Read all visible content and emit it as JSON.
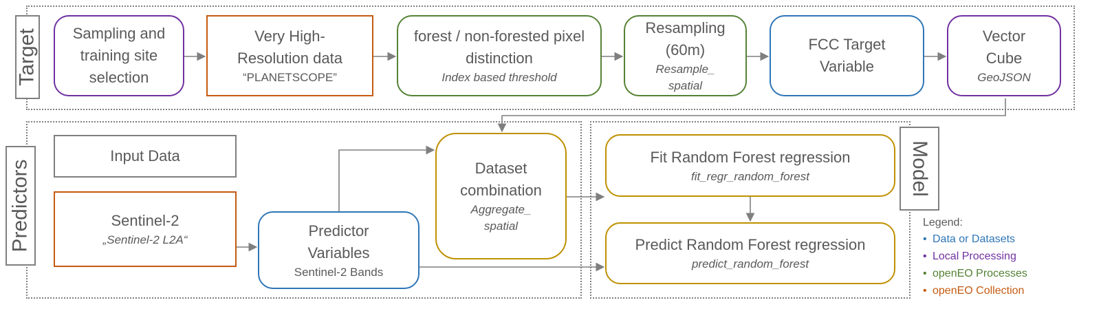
{
  "sections": {
    "target": "Target",
    "predictors": "Predictors",
    "model": "Model"
  },
  "target_row": [
    {
      "main": "Sampling and training site selection",
      "sub": ""
    },
    {
      "main": "Very High-Resolution data",
      "sub": "“PLANETSCOPE”"
    },
    {
      "main": "forest / non-forested pixel distinction",
      "sub": "Index based threshold"
    },
    {
      "main": "Resampling (60m)",
      "sub": "Resample_ spatial"
    },
    {
      "main": "FCC Target Variable",
      "sub": ""
    },
    {
      "main": "Vector Cube",
      "sub": "GeoJSON"
    }
  ],
  "predictors": {
    "input_data": "Input Data",
    "sentinel2": {
      "main": "Sentinel-2",
      "sub": "„Sentinel-2 L2A“"
    },
    "predictor_vars": {
      "main": "Predictor Variables",
      "sub": "Sentinel-2 Bands"
    },
    "dataset_comb": {
      "main": "Dataset combination",
      "sub": "Aggregate_ spatial"
    }
  },
  "model": {
    "fit": {
      "main": "Fit Random Forest regression",
      "sub": "fit_regr_random_forest"
    },
    "predict": {
      "main": "Predict Random Forest regression",
      "sub": "predict_random_forest"
    }
  },
  "legend": {
    "title": "Legend:",
    "items": [
      {
        "label": "Data or Datasets",
        "color": "#2e75b6"
      },
      {
        "label": "Local Processing",
        "color": "#7030a0"
      },
      {
        "label": "openEO Processes",
        "color": "#548235"
      },
      {
        "label": "openEO Collection",
        "color": "#c55a11"
      }
    ]
  }
}
